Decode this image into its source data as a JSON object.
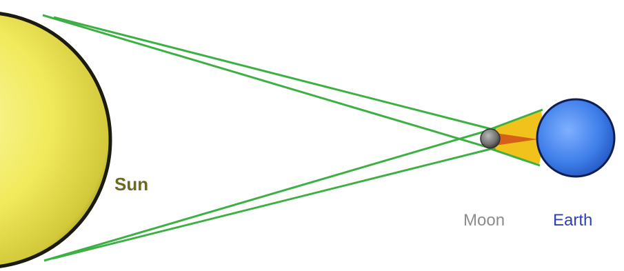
{
  "labels": {
    "sun": "Sun",
    "moon": "Moon",
    "earth": "Earth"
  },
  "colors": {
    "sun_fill": "#f4ef5a",
    "sun_edge": "#1c1b10",
    "sun_label": "#6b6a24",
    "ray": "#3cb043",
    "moon_fill": "#6f6f6f",
    "moon_label": "#8c8c8c",
    "umbra": "#d4601a",
    "penumbra": "#f2c21c",
    "earth_fill": "#3e7be8",
    "earth_label": "#2f3fb5"
  }
}
